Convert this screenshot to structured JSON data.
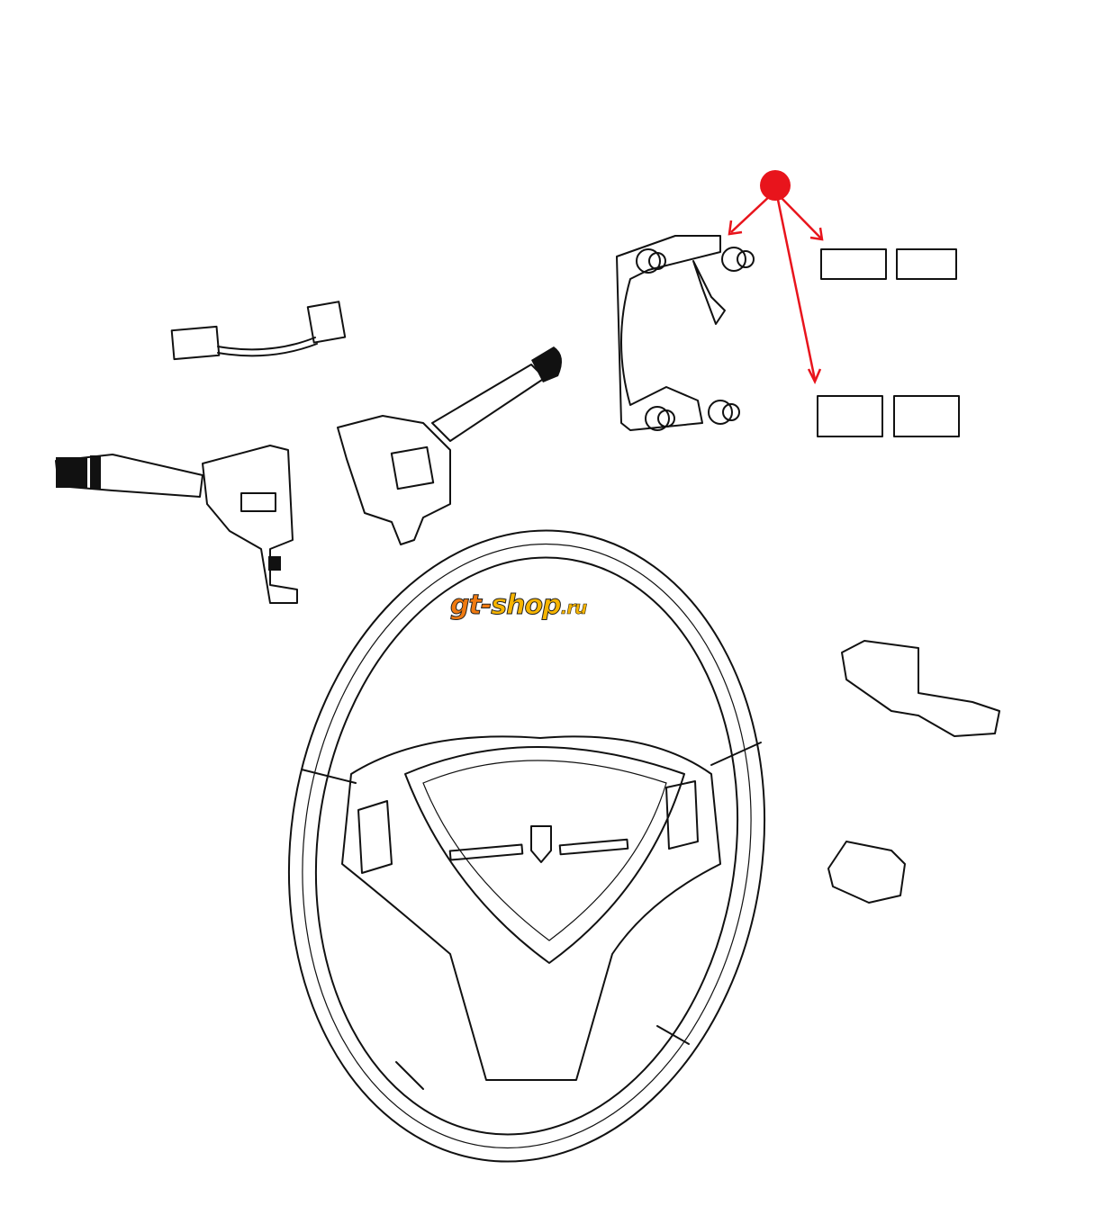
{
  "watermark": {
    "part1": "gt-",
    "part2": "shop",
    "part3": ".ru"
  },
  "colors": {
    "callout": "#e8141c",
    "logo_orange": "#f07a10",
    "logo_yellow": "#f6b400",
    "line": "#111111"
  }
}
